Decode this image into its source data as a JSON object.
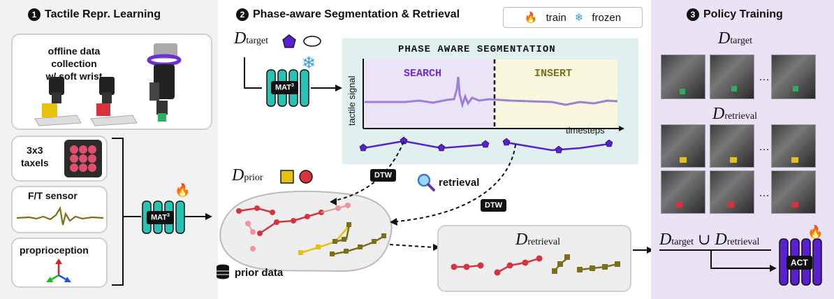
{
  "section1": {
    "num": "1",
    "title": "Tactile Repr. Learning",
    "offline_line1": "offline data collection",
    "offline_line2": "w/ soft wrist",
    "taxels_line1": "3x3",
    "taxels_line2": "taxels",
    "ft": "F/T sensor",
    "proprio": "proprioception"
  },
  "section2": {
    "num": "2",
    "title": "Phase-aware Segmentation & Retrieval",
    "seg_title": "PHASE AWARE SEGMENTATION",
    "search": "SEARCH",
    "insert": "INSERT",
    "ylabel": "tactile signal",
    "xlabel": "timesteps",
    "dtw": "DTW",
    "retrieval": "retrieval",
    "prior_data": "prior data"
  },
  "section3": {
    "num": "3",
    "title": "Policy Training",
    "act": "ACT"
  },
  "legend": {
    "train": "train",
    "frozen": "frozen"
  },
  "math": {
    "D": "D",
    "target": "target",
    "prior": "prior",
    "retrieval": "retrieval",
    "union": "∪"
  },
  "mat": {
    "label": "MAT",
    "sup": "3"
  },
  "colors": {
    "purple": "#5a1fd1",
    "red": "#d8323e",
    "olive": "#7c6f1c",
    "teal": "#27c2b4",
    "lavender": "#e9e3f5"
  }
}
